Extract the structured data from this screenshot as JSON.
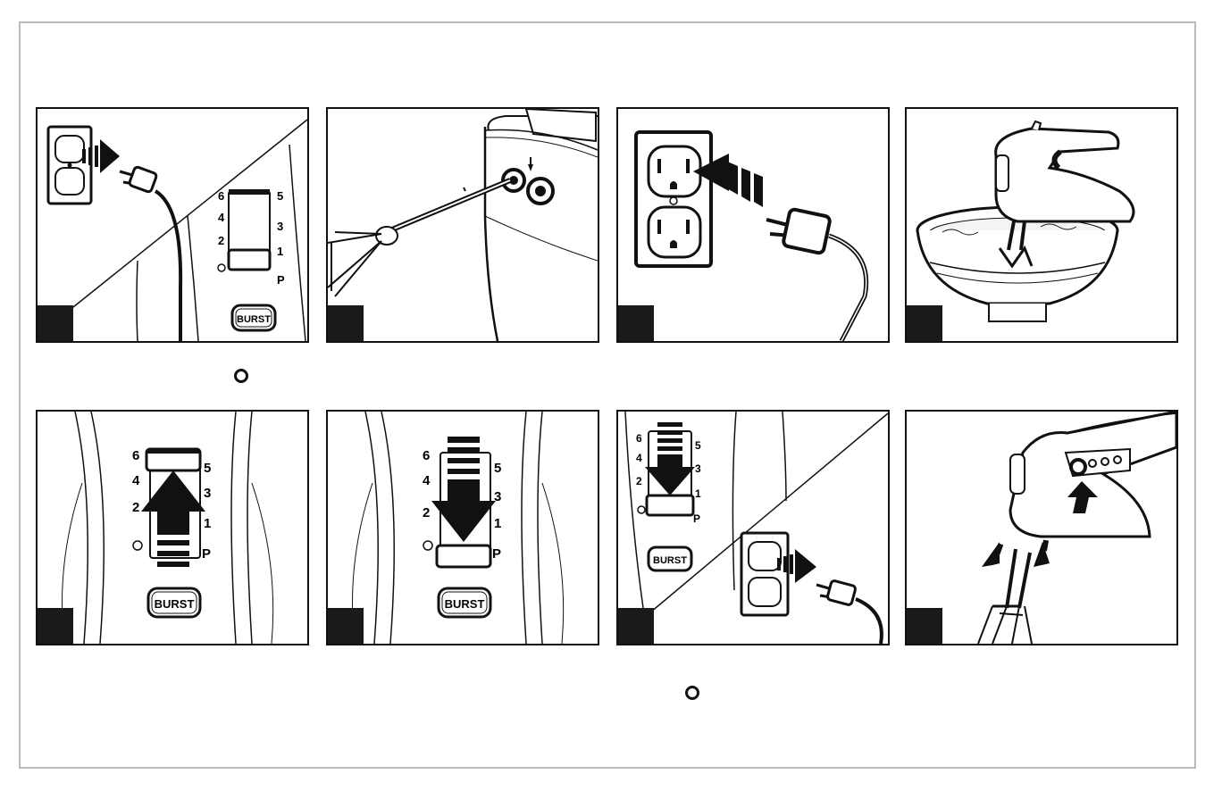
{
  "panels": [
    {
      "id": "unplug",
      "labels": {
        "s6": "6",
        "s5": "5",
        "s4": "4",
        "s3": "3",
        "s2": "2",
        "s1": "1",
        "sp": "P",
        "burst": "BURST"
      }
    },
    {
      "id": "insert-beater"
    },
    {
      "id": "plug-in"
    },
    {
      "id": "mix-bowl"
    },
    {
      "id": "speed-up",
      "labels": {
        "s6": "6",
        "s5": "5",
        "s4": "4",
        "s3": "3",
        "s2": "2",
        "s1": "1",
        "sp": "P",
        "burst": "BURST"
      }
    },
    {
      "id": "speed-down",
      "labels": {
        "s6": "6",
        "s5": "5",
        "s4": "4",
        "s3": "3",
        "s2": "2",
        "s1": "1",
        "sp": "P",
        "burst": "BURST"
      }
    },
    {
      "id": "off-unplug",
      "labels": {
        "s6": "6",
        "s5": "5",
        "s4": "4",
        "s3": "3",
        "s2": "2",
        "s1": "1",
        "sp": "P",
        "burst": "BURST"
      }
    },
    {
      "id": "eject-beaters"
    }
  ],
  "colors": {
    "ink": "#111111",
    "frame": "#b9b9b9",
    "step_box": "#1a1a1a"
  }
}
